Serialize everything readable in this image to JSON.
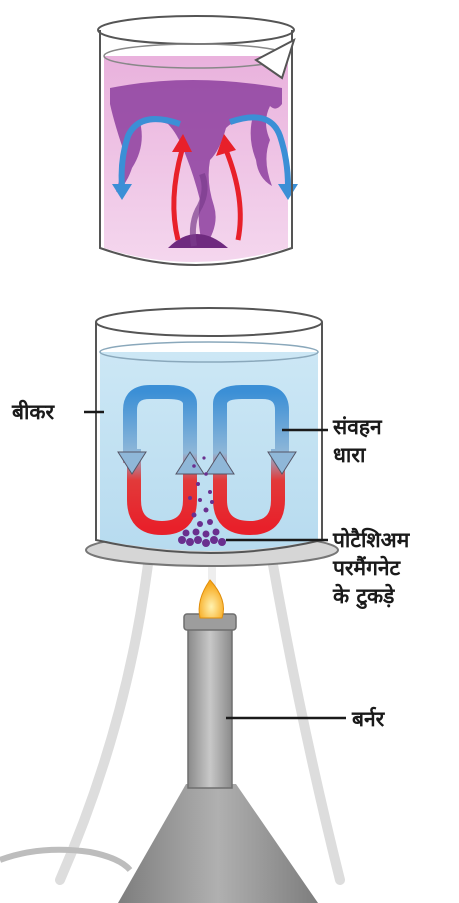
{
  "labels": {
    "beaker": "बीकर",
    "convection_current": [
      "संवहन",
      "धारा"
    ],
    "potassium_permanganate": [
      "पोटैशिअम",
      "परमैंगनेट",
      "के टुकड़े"
    ],
    "burner": "बर्नर"
  },
  "colors": {
    "hot_current": "#e8202a",
    "cold_current": "#3b8fd6",
    "purple_dye": "#7b2d8e",
    "water_top_beaker": "#e9b8df",
    "water_bottom_beaker": "#bfe0f2",
    "flame": "#f7b21d",
    "burner_metal": "#9a9a9a"
  }
}
